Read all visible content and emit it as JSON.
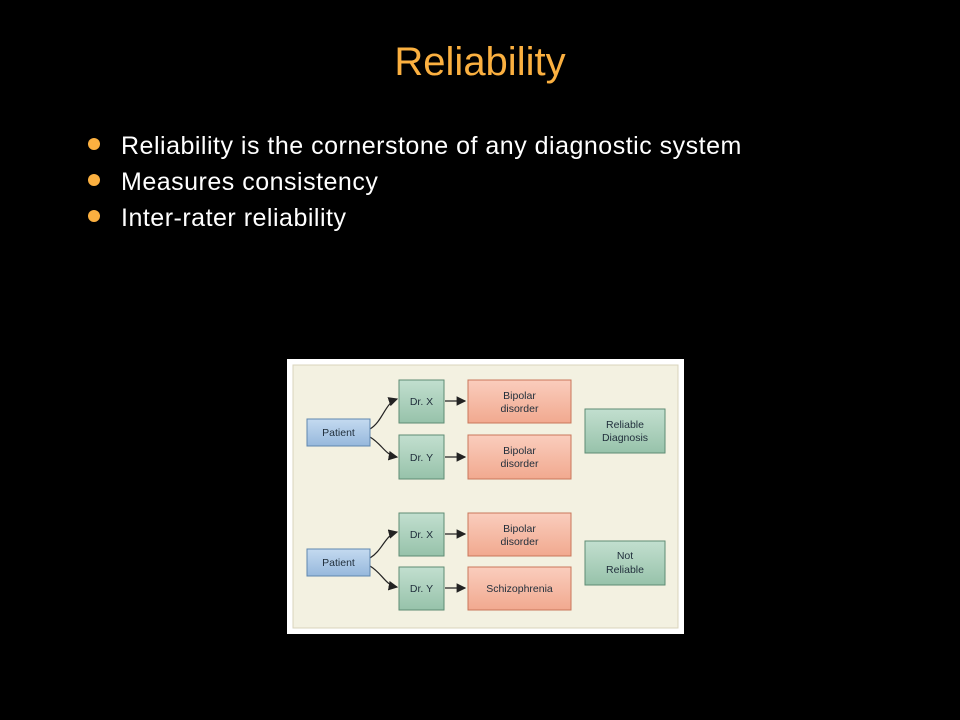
{
  "slide": {
    "title": "Reliability",
    "bullets": [
      "Reliability is the cornerstone of any diagnostic system",
      "Measures consistency",
      "Inter-rater reliability"
    ]
  },
  "diagram": {
    "top": {
      "patient": "Patient",
      "rater1": "Dr. X",
      "rater2": "Dr. Y",
      "dx1_line1": "Bipolar",
      "dx1_line2": "disorder",
      "dx2_line1": "Bipolar",
      "dx2_line2": "disorder",
      "result_line1": "Reliable",
      "result_line2": "Diagnosis"
    },
    "bottom": {
      "patient": "Patient",
      "rater1": "Dr. X",
      "rater2": "Dr. Y",
      "dx1_line1": "Bipolar",
      "dx1_line2": "disorder",
      "dx2": "Schizophrenia",
      "result_line1": "Not",
      "result_line2": "Reliable"
    }
  },
  "colors": {
    "title": "#FBB040",
    "bullet": "#FBB040",
    "text": "#ffffff",
    "panel": "#F3F1E1",
    "patient_box": "#A9C7E4",
    "doctor_box": "#A8CDB9",
    "diagnosis_box": "#F5B8A2",
    "result_box": "#A8CDB9"
  }
}
